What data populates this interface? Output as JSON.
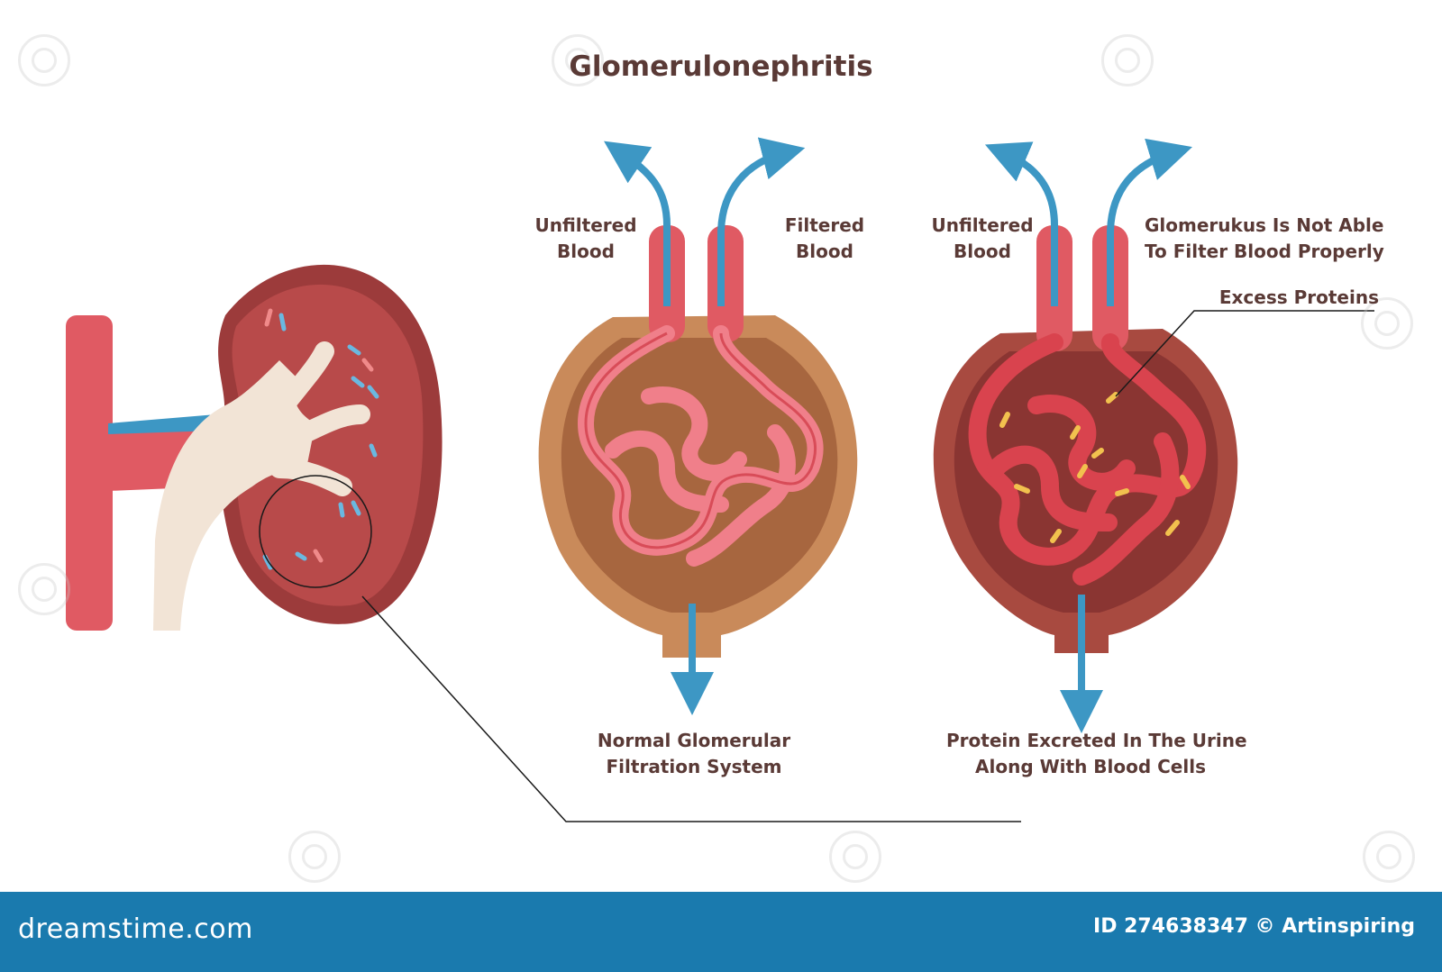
{
  "title": "Glomerulonephritis",
  "normal": {
    "in_label": [
      "Unfiltered",
      "Blood"
    ],
    "out_label": [
      "Filtered",
      "Blood"
    ],
    "caption": [
      "Normal Glomerular",
      "Filtration System"
    ]
  },
  "disease": {
    "in_label": [
      "Unfiltered",
      "Blood"
    ],
    "out_label": [
      "Glomerukus Is Not Able",
      "To Filter Blood Properly"
    ],
    "protein_label": "Excess Proteins",
    "caption": [
      "Protein  Excreted In The Urine",
      "Along With Blood Cells"
    ]
  },
  "footer": {
    "brand": "dreamstime.com",
    "credit": "ID 274638347 © Artinspiring"
  },
  "colors": {
    "text": "#5a3a36",
    "arrow": "#3d97c4",
    "vessel": "#e05a63",
    "capsule": "#c98a5a",
    "kidney": "#9c3b3b",
    "footer": "#1a7aae"
  }
}
